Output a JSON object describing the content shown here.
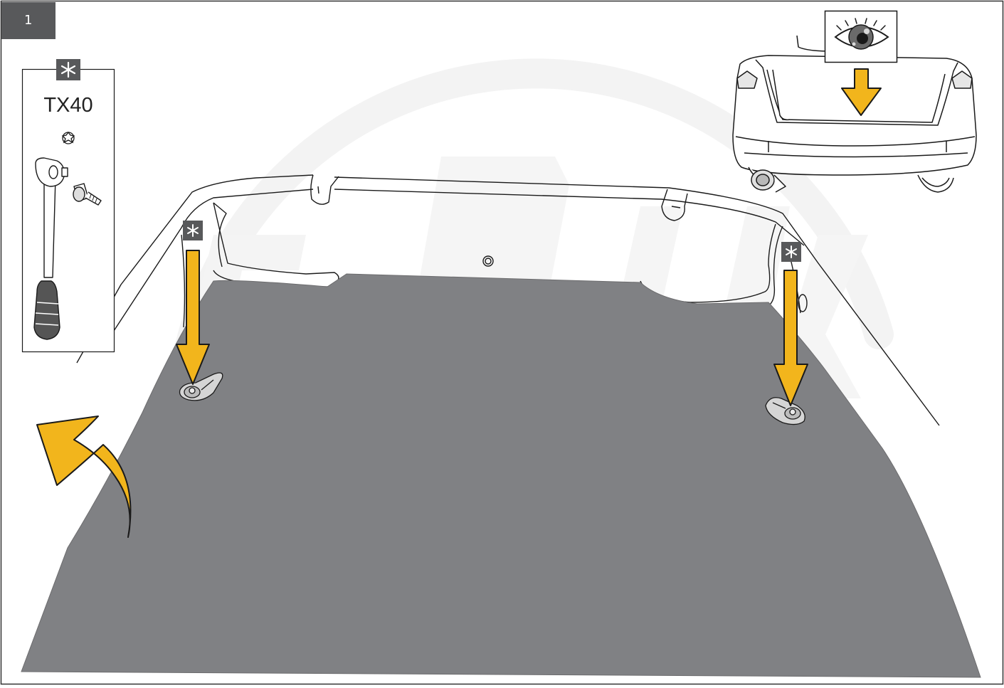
{
  "step": {
    "number": "1"
  },
  "tool": {
    "label": "TX40",
    "bit_type": "torx-bit-icon",
    "tool_type": "ratchet-wrench-icon"
  },
  "markers": {
    "asterisk_count": 3,
    "down_arrow_count": 3,
    "curved_arrow_count": 1
  },
  "colors": {
    "arrow_yellow": "#f2b51c",
    "arrow_outline": "#1a1a1a",
    "floor_mat": "#808184",
    "badge": "#58595b",
    "watermark": "#f2f2f2",
    "outline": "#1a1a1a"
  }
}
